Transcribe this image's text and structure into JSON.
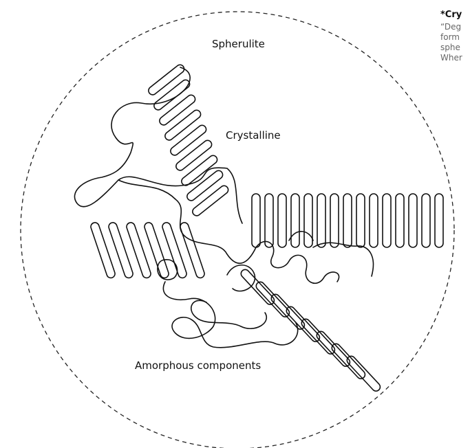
{
  "labels": {
    "spherulite": "Spherulite",
    "crystalline": "Crystalline",
    "amorphous": "Amorphous components"
  },
  "note": {
    "title": "*Cry",
    "lines": [
      "“Deg",
      "form",
      "sphe",
      "Wher"
    ]
  }
}
